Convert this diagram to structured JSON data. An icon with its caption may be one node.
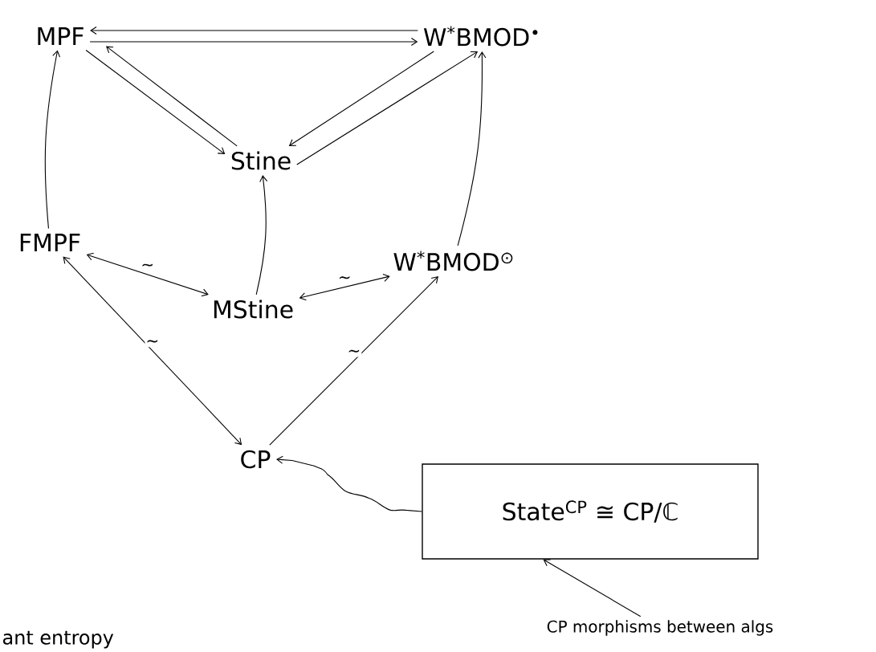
{
  "diagram": {
    "nodes": [
      {
        "text": [
          "MPF"
        ]
      },
      {
        "text": [
          "W$^{*}$BMOD$^{•}$"
        ]
      },
      {
        "text": [
          "Stine"
        ]
      },
      {
        "text": [
          "FMPF"
        ]
      },
      {
        "text": [
          "W$^{*}$BMOD$^{⊙}$"
        ]
      },
      {
        "text": [
          "MStine"
        ]
      },
      {
        "text": [
          "CP"
        ]
      },
      {
        "text": [
          "State$^{CP}$ ≅ CP/ℂ"
        ]
      },
      {
        "text": [
          "CP morphisms between algs"
        ]
      }
    ],
    "edges": [
      {
        "from": 1,
        "to": 0,
        "arrow": "to"
      },
      {
        "from": 0,
        "to": 1,
        "arrow": "to"
      },
      {
        "from": 0,
        "to": 2,
        "arrow": "to"
      },
      {
        "from": 2,
        "to": 0,
        "arrow": "to"
      },
      {
        "from": 1,
        "to": 2,
        "arrow": "to"
      },
      {
        "from": 2,
        "to": 1,
        "arrow": "to"
      },
      {
        "from": 3,
        "to": 0,
        "arrow": "to"
      },
      {
        "from": 5,
        "to": 2,
        "arrow": "to"
      },
      {
        "from": 4,
        "to": 1,
        "arrow": "to"
      },
      {
        "from": 3,
        "to": 5,
        "arrow": "both",
        "label": "~"
      },
      {
        "from": 5,
        "to": 4,
        "arrow": "both",
        "label": "~"
      },
      {
        "from": 3,
        "to": 6,
        "arrow": "both",
        "label": "~"
      },
      {
        "from": 6,
        "to": 4,
        "arrow": "to",
        "label": "~"
      },
      {
        "from": 7,
        "to": 6,
        "arrow": "to"
      },
      {
        "from": 8,
        "to": 7,
        "arrow": "to"
      }
    ],
    "labels": [
      "ant entropy"
    ]
  }
}
